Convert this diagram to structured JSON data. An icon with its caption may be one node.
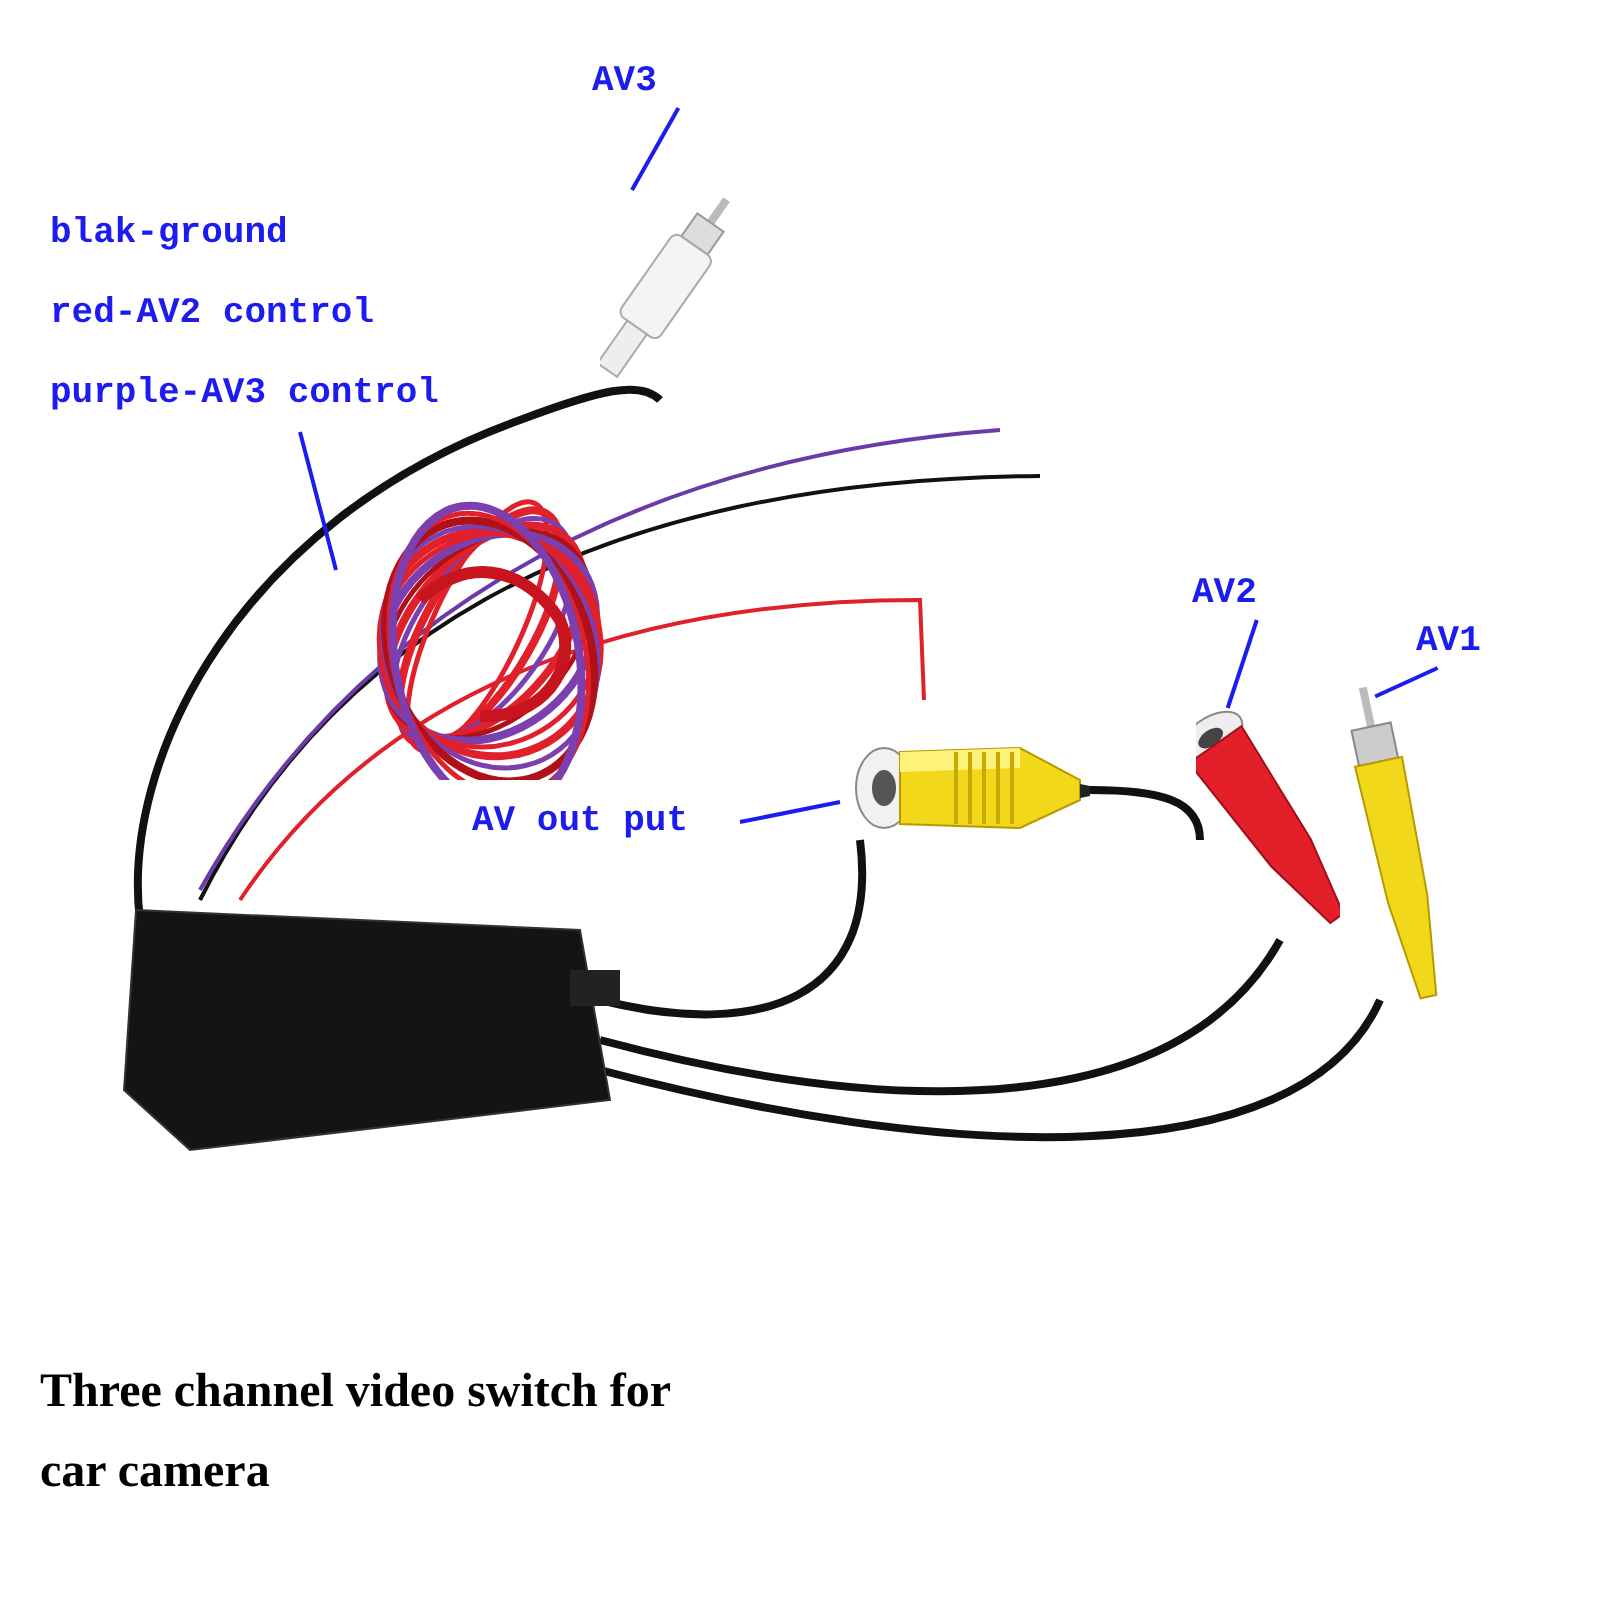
{
  "diagram": {
    "caption": "Three channel video switch for car camera",
    "nodes": [
      {
        "text": [
          "AV3"
        ]
      },
      {
        "text": [],
        "shape": "picture"
      },
      {
        "text": [
          "blak-ground",
          "red-AV2 control",
          "purple-AV3 control"
        ]
      },
      {
        "text": [],
        "shape": "picture"
      },
      {
        "text": [
          "AV out put"
        ]
      },
      {
        "text": [],
        "shape": "picture"
      },
      {
        "text": [
          "AV2"
        ]
      },
      {
        "text": [],
        "shape": "picture"
      },
      {
        "text": [
          "AV1"
        ]
      },
      {
        "text": [],
        "shape": "picture"
      }
    ],
    "edges": [
      {
        "from": 0,
        "to": 1,
        "arrow": "none"
      },
      {
        "from": 2,
        "to": 3,
        "arrow": "none"
      },
      {
        "from": 4,
        "to": 5,
        "arrow": "none"
      },
      {
        "from": 6,
        "to": 7,
        "arrow": "none"
      },
      {
        "from": 8,
        "to": 9,
        "arrow": "none"
      }
    ]
  }
}
